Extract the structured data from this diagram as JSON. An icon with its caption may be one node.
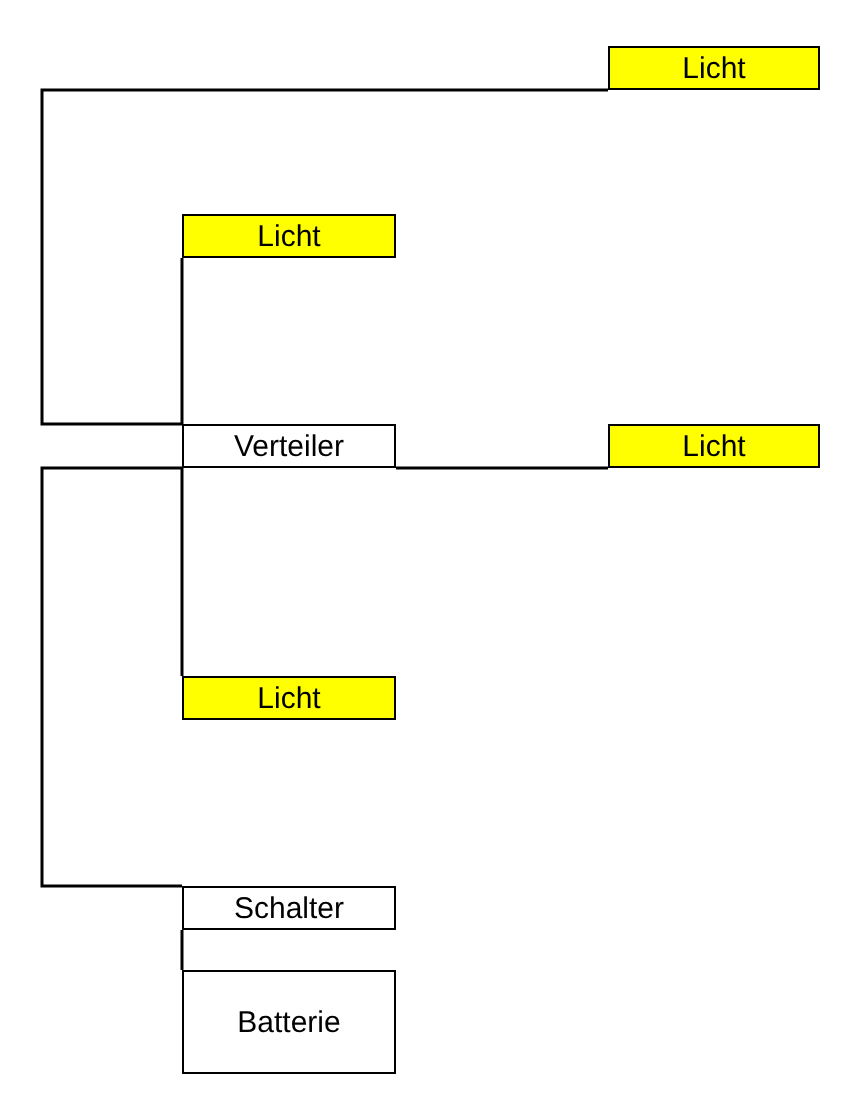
{
  "diagram": {
    "nodes": [
      {
        "text": [
          "Licht"
        ]
      },
      {
        "text": [
          "Licht"
        ]
      },
      {
        "text": [
          "Verteiler"
        ]
      },
      {
        "text": [
          "Licht"
        ]
      },
      {
        "text": [
          "Licht"
        ]
      },
      {
        "text": [
          "Schalter"
        ]
      },
      {
        "text": [
          "Batterie"
        ]
      }
    ],
    "edges": [
      {
        "from": 2,
        "to": 0,
        "arrow": "none"
      },
      {
        "from": 1,
        "to": 2,
        "arrow": "none"
      },
      {
        "from": 2,
        "to": 3,
        "arrow": "none"
      },
      {
        "from": 2,
        "to": 4,
        "arrow": "none"
      },
      {
        "from": 2,
        "to": 5,
        "arrow": "none"
      },
      {
        "from": 5,
        "to": 6,
        "arrow": "none"
      }
    ]
  }
}
